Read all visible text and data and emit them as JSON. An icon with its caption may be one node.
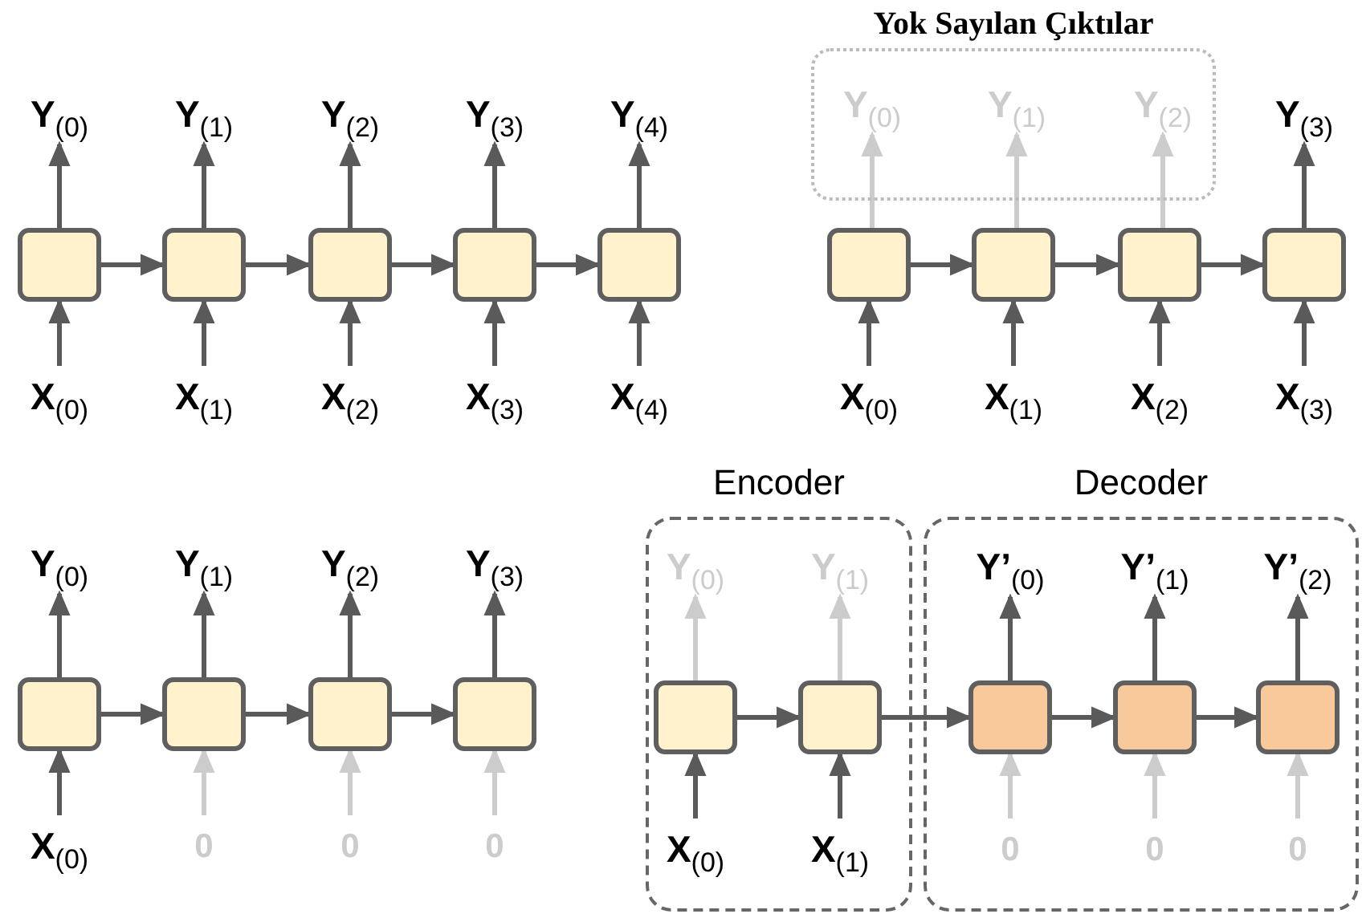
{
  "diagram": {
    "nodes": [
      {
        "text": [
          "**Y**$_{(0)}$"
        ]
      },
      {
        "text": [
          "**Y**$_{(1)}$"
        ]
      },
      {
        "text": [
          "**Y**$_{(2)}$"
        ]
      },
      {
        "text": [
          "**Y**$_{(3)}$"
        ]
      },
      {
        "text": [
          "**Y**$_{(4)}$"
        ]
      },
      {
        "text": [],
        "shape": "box"
      },
      {
        "text": [],
        "shape": "box"
      },
      {
        "text": [],
        "shape": "box"
      },
      {
        "text": [],
        "shape": "box"
      },
      {
        "text": [],
        "shape": "box"
      },
      {
        "text": [
          "**X**$_{(0)}$"
        ]
      },
      {
        "text": [
          "**X**$_{(1)}$"
        ]
      },
      {
        "text": [
          "**X**$_{(2)}$"
        ]
      },
      {
        "text": [
          "**X**$_{(3)}$"
        ]
      },
      {
        "text": [
          "**X**$_{(4)}$"
        ]
      },
      {
        "text": [
          "Yok Sayılan Çıktılar"
        ]
      },
      {
        "text": [
          "**Y**$_{(0)}$"
        ],
        "in": 15
      },
      {
        "text": [
          "**Y**$_{(1)}$"
        ],
        "in": 15
      },
      {
        "text": [
          "**Y**$_{(2)}$"
        ],
        "in": 15
      },
      {
        "text": [
          "**Y**$_{(3)}$"
        ]
      },
      {
        "text": [],
        "shape": "box"
      },
      {
        "text": [],
        "shape": "box"
      },
      {
        "text": [],
        "shape": "box"
      },
      {
        "text": [],
        "shape": "box"
      },
      {
        "text": [
          "**X**$_{(0)}$"
        ]
      },
      {
        "text": [
          "**X**$_{(1)}$"
        ]
      },
      {
        "text": [
          "**X**$_{(2)}$"
        ]
      },
      {
        "text": [
          "**X**$_{(3)}$"
        ]
      },
      {
        "text": [
          "**Y**$_{(0)}$"
        ]
      },
      {
        "text": [
          "**Y**$_{(1)}$"
        ]
      },
      {
        "text": [
          "**Y**$_{(2)}$"
        ]
      },
      {
        "text": [
          "**Y**$_{(3)}$"
        ]
      },
      {
        "text": [],
        "shape": "box"
      },
      {
        "text": [],
        "shape": "box"
      },
      {
        "text": [],
        "shape": "box"
      },
      {
        "text": [],
        "shape": "box"
      },
      {
        "text": [
          "**X**$_{(0)}$"
        ]
      },
      {
        "text": [
          "0"
        ]
      },
      {
        "text": [
          "0"
        ]
      },
      {
        "text": [
          "0"
        ]
      },
      {
        "text": [
          "Encoder"
        ]
      },
      {
        "text": [
          "Decoder"
        ]
      },
      {
        "text": [
          "**Y**$_{(0)}$"
        ],
        "in": 40
      },
      {
        "text": [
          "**Y**$_{(1)}$"
        ],
        "in": 40
      },
      {
        "text": [],
        "shape": "box",
        "in": 40
      },
      {
        "text": [],
        "shape": "box",
        "in": 40
      },
      {
        "text": [
          "**X**$_{(0)}$"
        ],
        "in": 40
      },
      {
        "text": [
          "**X**$_{(1)}$"
        ],
        "in": 40
      },
      {
        "text": [
          "**Y’**$_{(0)}$"
        ],
        "in": 41
      },
      {
        "text": [
          "**Y’**$_{(1)}$"
        ],
        "in": 41
      },
      {
        "text": [
          "**Y’**$_{(2)}$"
        ],
        "in": 41
      },
      {
        "text": [],
        "shape": "box",
        "in": 41
      },
      {
        "text": [],
        "shape": "box",
        "in": 41
      },
      {
        "text": [],
        "shape": "box",
        "in": 41
      },
      {
        "text": [
          "0"
        ],
        "in": 41
      },
      {
        "text": [
          "0"
        ],
        "in": 41
      },
      {
        "text": [
          "0"
        ],
        "in": 41
      }
    ],
    "edges": [
      {
        "from": 10,
        "to": 5,
        "arrow": "to"
      },
      {
        "from": 11,
        "to": 6,
        "arrow": "to"
      },
      {
        "from": 12,
        "to": 7,
        "arrow": "to"
      },
      {
        "from": 13,
        "to": 8,
        "arrow": "to"
      },
      {
        "from": 14,
        "to": 9,
        "arrow": "to"
      },
      {
        "from": 5,
        "to": 0,
        "arrow": "to"
      },
      {
        "from": 6,
        "to": 1,
        "arrow": "to"
      },
      {
        "from": 7,
        "to": 2,
        "arrow": "to"
      },
      {
        "from": 8,
        "to": 3,
        "arrow": "to"
      },
      {
        "from": 9,
        "to": 4,
        "arrow": "to"
      },
      {
        "from": 5,
        "to": 6,
        "arrow": "to"
      },
      {
        "from": 6,
        "to": 7,
        "arrow": "to"
      },
      {
        "from": 7,
        "to": 8,
        "arrow": "to"
      },
      {
        "from": 8,
        "to": 9,
        "arrow": "to"
      },
      {
        "from": 24,
        "to": 20,
        "arrow": "to"
      },
      {
        "from": 25,
        "to": 21,
        "arrow": "to"
      },
      {
        "from": 26,
        "to": 22,
        "arrow": "to"
      },
      {
        "from": 27,
        "to": 23,
        "arrow": "to"
      },
      {
        "from": 20,
        "to": 16,
        "arrow": "to",
        "color": "#cccccc"
      },
      {
        "from": 21,
        "to": 17,
        "arrow": "to",
        "color": "#cccccc"
      },
      {
        "from": 22,
        "to": 18,
        "arrow": "to",
        "color": "#cccccc"
      },
      {
        "from": 23,
        "to": 19,
        "arrow": "to"
      },
      {
        "from": 20,
        "to": 21,
        "arrow": "to"
      },
      {
        "from": 21,
        "to": 22,
        "arrow": "to"
      },
      {
        "from": 22,
        "to": 23,
        "arrow": "to"
      },
      {
        "from": 36,
        "to": 32,
        "arrow": "to"
      },
      {
        "from": 37,
        "to": 33,
        "arrow": "to",
        "color": "#cccccc"
      },
      {
        "from": 38,
        "to": 34,
        "arrow": "to",
        "color": "#cccccc"
      },
      {
        "from": 39,
        "to": 35,
        "arrow": "to",
        "color": "#cccccc"
      },
      {
        "from": 32,
        "to": 28,
        "arrow": "to"
      },
      {
        "from": 33,
        "to": 29,
        "arrow": "to"
      },
      {
        "from": 34,
        "to": 30,
        "arrow": "to"
      },
      {
        "from": 35,
        "to": 31,
        "arrow": "to"
      },
      {
        "from": 32,
        "to": 33,
        "arrow": "to"
      },
      {
        "from": 33,
        "to": 34,
        "arrow": "to"
      },
      {
        "from": 34,
        "to": 35,
        "arrow": "to"
      },
      {
        "from": 46,
        "to": 44,
        "arrow": "to"
      },
      {
        "from": 47,
        "to": 45,
        "arrow": "to"
      },
      {
        "from": 44,
        "to": 42,
        "arrow": "to",
        "color": "#cccccc"
      },
      {
        "from": 45,
        "to": 43,
        "arrow": "to",
        "color": "#cccccc"
      },
      {
        "from": 44,
        "to": 45,
        "arrow": "to"
      },
      {
        "from": 45,
        "to": 51,
        "arrow": "to"
      },
      {
        "from": 51,
        "to": 52,
        "arrow": "to"
      },
      {
        "from": 52,
        "to": 53,
        "arrow": "to"
      },
      {
        "from": 51,
        "to": 48,
        "arrow": "to"
      },
      {
        "from": 52,
        "to": 49,
        "arrow": "to"
      },
      {
        "from": 53,
        "to": 50,
        "arrow": "to"
      },
      {
        "from": 54,
        "to": 51,
        "arrow": "to",
        "color": "#cccccc"
      },
      {
        "from": 55,
        "to": 52,
        "arrow": "to",
        "color": "#cccccc"
      },
      {
        "from": 56,
        "to": 53,
        "arrow": "to",
        "color": "#cccccc"
      }
    ]
  }
}
